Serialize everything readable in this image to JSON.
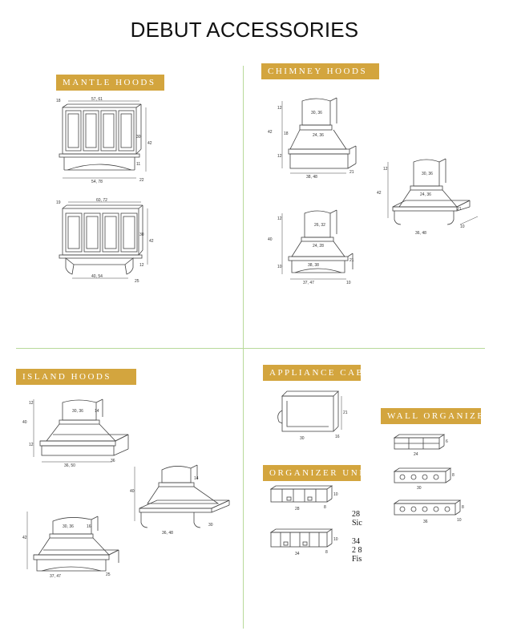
{
  "page": {
    "title": "DEBUT ACCESSORIES",
    "colors": {
      "banner": "#d3a53e",
      "divider": "#b8d99a",
      "line": "#444444"
    }
  },
  "sections": {
    "mantle": {
      "label": "MANTLE HOODS"
    },
    "chimney": {
      "label": "CHIMNEY HOODS"
    },
    "island": {
      "label": "ISLAND HOODS"
    },
    "appliance": {
      "label": "APPLIANCE CABI"
    },
    "organizer": {
      "label": "ORGANIZER UNIT"
    },
    "wall": {
      "label": "WALL ORGANIZER"
    }
  },
  "dims": {
    "m1_top": "57, 61",
    "m1_left": "18",
    "m1_r1": "30",
    "m1_r2": "42",
    "m1_r3": "11",
    "m1_bot": "54, 78",
    "m1_br": "22",
    "m2_top": "60, 72",
    "m2_left": "19",
    "m2_r1": "30",
    "m2_r2": "42",
    "m2_r3": "12",
    "m2_bot": "40, 54",
    "m2_br": "25",
    "c1_top": "30, 36",
    "c1_mid": "24, 36",
    "c1_bot": "38, 48",
    "c1_l1": "12",
    "c1_l2": "42",
    "c1_l3": "18",
    "c1_l4": "12",
    "c1_r": "21",
    "c2_top": "30, 36",
    "c2_mid": "24, 36",
    "c2_bot": "36, 48",
    "c2_l1": "12",
    "c2_l2": "42",
    "c2_r": "21",
    "c2_r2": "10",
    "c3_top": "26, 32",
    "c3_mid": "24, 28",
    "c3_low": "38, 38",
    "c3_bot": "37, 47",
    "c3_l1": "12",
    "c3_l2": "40",
    "c3_l3": "10",
    "c3_r": "21",
    "c3_r2": "10",
    "i1_top": "30, 36",
    "i1_l1": "12",
    "i1_l2": "40",
    "i1_l3": "12",
    "i1_bot": "36, 50",
    "i1_r": "36",
    "i1_side": "14",
    "i2_top": "30, 36",
    "i2_l1": "42",
    "i2_bot": "37, 47",
    "i2_r": "25",
    "i2_side": "16",
    "i3_l": "40",
    "i3_bot": "36, 48",
    "i3_r": "30",
    "i3_side": "14",
    "ap_h": "21",
    "ap_w": "30",
    "ap_d": "16",
    "org1_h": "10",
    "org1_w": "28",
    "org1_d": "8",
    "org2_h": "10",
    "org2_w": "34",
    "org2_d": "8",
    "w1_w": "24",
    "w1_h": "6",
    "w2_w": "30",
    "w2_h": "8",
    "w3_w": "36",
    "w3_h": "8",
    "w3_d": "10"
  },
  "side_text": {
    "line1": "28",
    "line2": "Sic",
    "line3": "34",
    "line4": "2 8",
    "line5": "Fis"
  }
}
